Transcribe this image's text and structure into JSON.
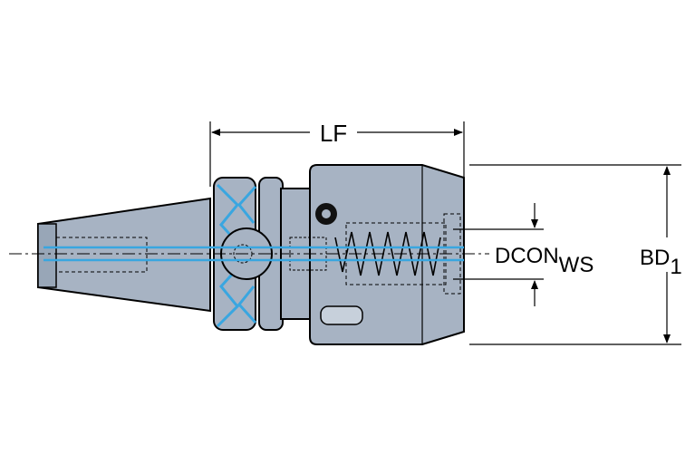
{
  "labels": {
    "lf": "LF",
    "dcon": "DCON",
    "dcon_sub": "WS",
    "bd": "BD",
    "bd_sub": "1"
  },
  "colors": {
    "body_fill": "#a7b3c3",
    "coolant_channel": "#39a6e0",
    "outline": "#000000",
    "background": "#ffffff"
  }
}
